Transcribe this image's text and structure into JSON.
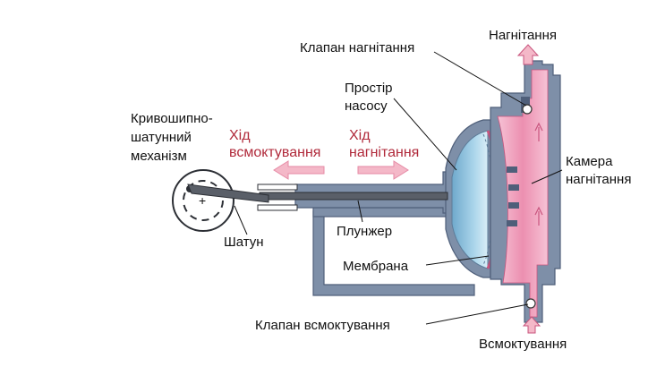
{
  "labels": {
    "crank_l1": "Кривошипно-",
    "crank_l2": "шатунний",
    "crank_l3": "механізм",
    "suction_stroke_l1": "Хід",
    "suction_stroke_l2": "всмоктування",
    "discharge_stroke_l1": "Хід",
    "discharge_stroke_l2": "нагнітання",
    "discharge_valve": "Клапан нагнітання",
    "discharge": "Нагнітання",
    "pump_space_l1": "Простір",
    "pump_space_l2": "насосу",
    "discharge_chamber_l1": "Камера",
    "discharge_chamber_l2": "нагнітання",
    "connecting_rod": "Шатун",
    "plunger": "Плунжер",
    "membrane": "Мембрана",
    "suction_valve": "Клапан всмоктування",
    "suction": "Всмоктування"
  },
  "colors": {
    "body_wall": "#7e8fa8",
    "body_wall_dark": "#4f5f7a",
    "fluid_pink": "#ec8fb0",
    "fluid_pink_light": "#f6c2d5",
    "pump_blue": "#8ec3df",
    "plunger": "#5a5f68",
    "arrow_pink": "#f4b8c8",
    "text_red": "#b0293a"
  }
}
